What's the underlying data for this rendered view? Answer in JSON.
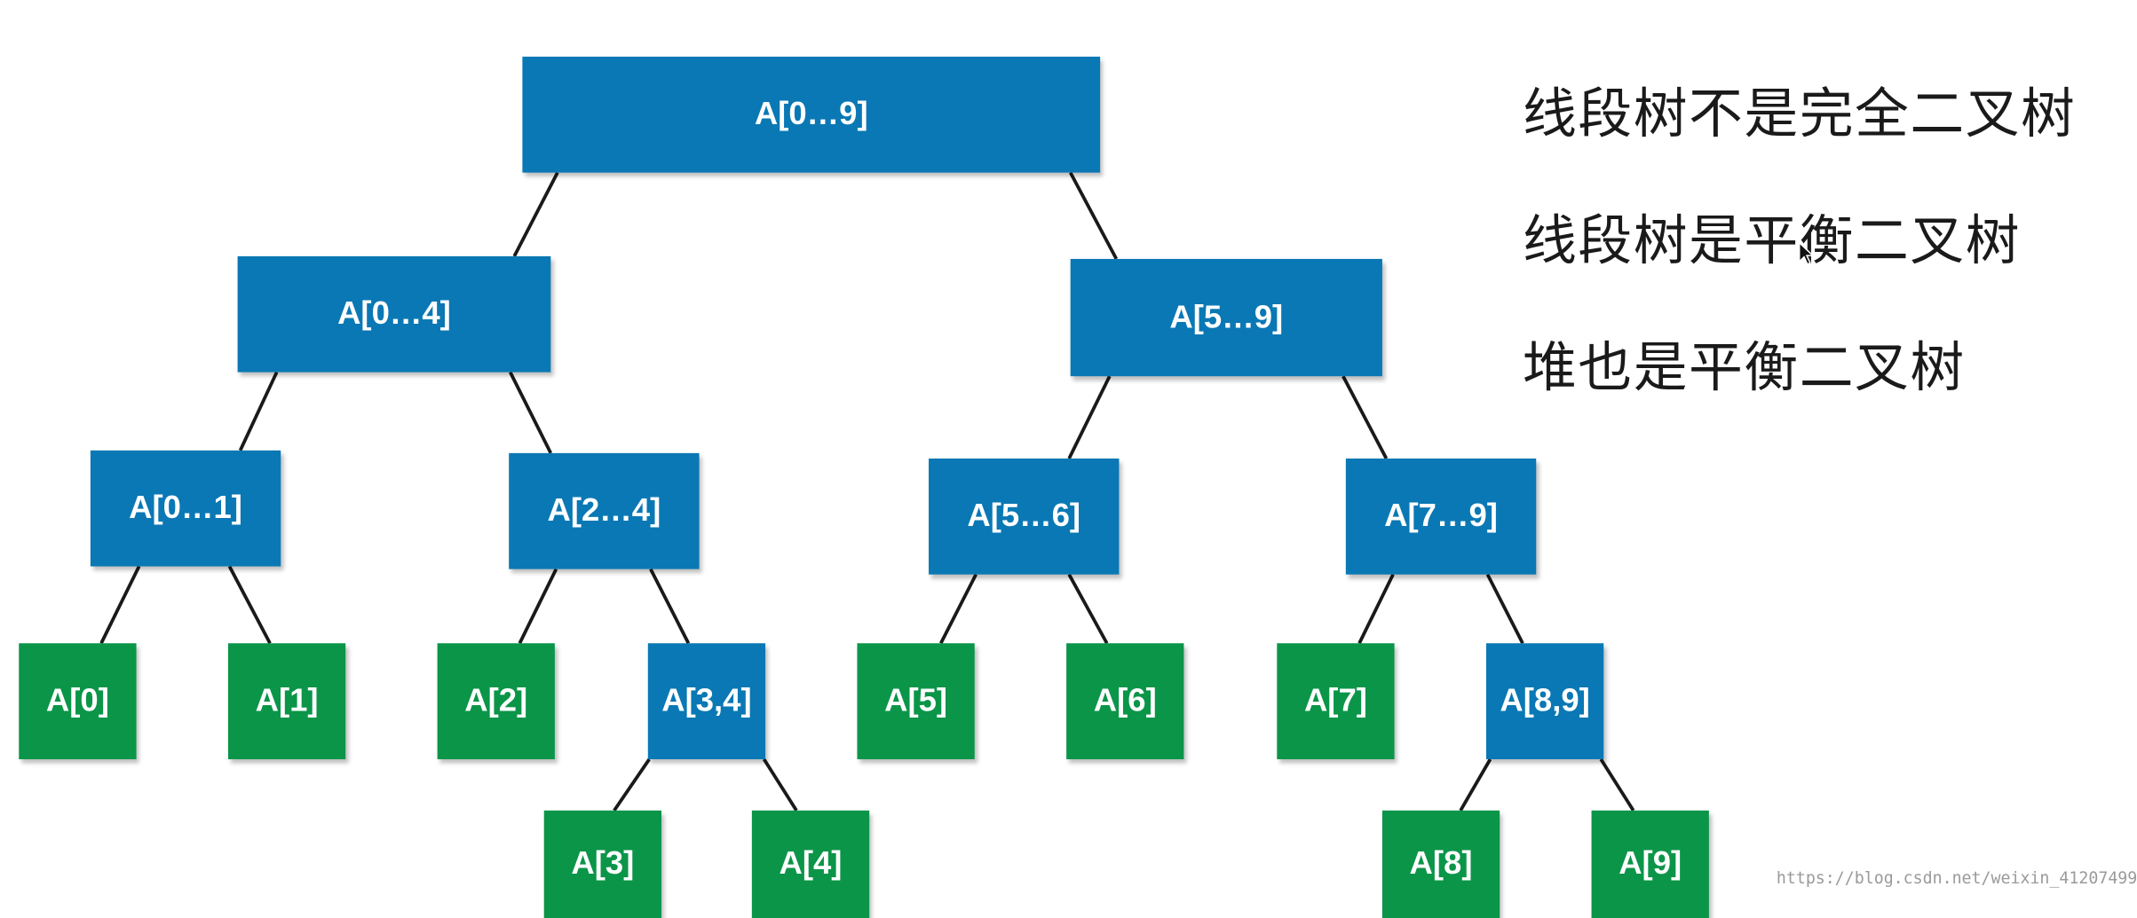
{
  "nodes": {
    "root": "A[0…9]",
    "n0_4": "A[0…4]",
    "n5_9": "A[5…9]",
    "n0_1": "A[0…1]",
    "n2_4": "A[2…4]",
    "n5_6": "A[5…6]",
    "n7_9": "A[7…9]",
    "leaf0": "A[0]",
    "leaf1": "A[1]",
    "leaf2": "A[2]",
    "n3_4": "A[3,4]",
    "leaf5": "A[5]",
    "leaf6": "A[6]",
    "leaf7": "A[7]",
    "n8_9": "A[8,9]",
    "leaf3": "A[3]",
    "leaf4": "A[4]",
    "leaf8": "A[8]",
    "leaf9": "A[9]"
  },
  "notes": [
    "线段树不是完全二叉树",
    "线段树是平衡二叉树",
    "堆也是平衡二叉树"
  ],
  "watermark": "https://blog.csdn.net/weixin_41207499",
  "colors": {
    "internal": "#0a78b4",
    "leaf": "#0b9548",
    "edge": "#1a1a1a",
    "text": "#ffffff"
  }
}
